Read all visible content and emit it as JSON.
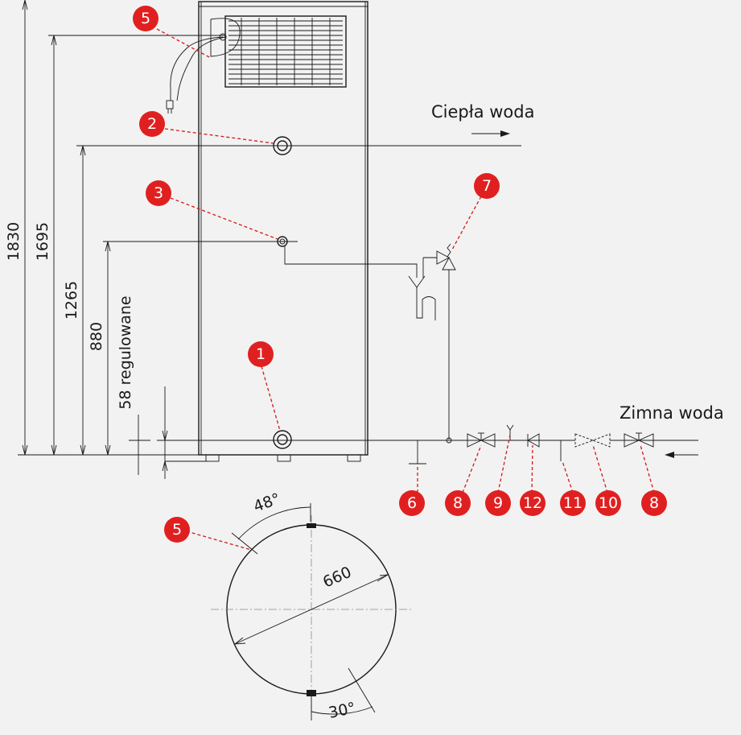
{
  "colors": {
    "background": "#f2f2f2",
    "line": "#1a1a1a",
    "badge": "#e02020",
    "leader": "#d11a1a"
  },
  "labels": {
    "hot_water": "Ciepła woda",
    "cold_water": "Zimna woda"
  },
  "dimensions": {
    "d1830": "1830",
    "d1695": "1695",
    "d1265": "1265",
    "d880": "880",
    "d58": "58 regulowane",
    "d660": "660",
    "a48": "48°",
    "a30": "30°"
  },
  "badges": {
    "b5_top": "5",
    "b2": "2",
    "b3": "3",
    "b7": "7",
    "b1": "1",
    "b6": "6",
    "b8_left": "8",
    "b9": "9",
    "b12": "12",
    "b11": "11",
    "b10": "10",
    "b8_right": "8",
    "b5_plan": "5"
  }
}
